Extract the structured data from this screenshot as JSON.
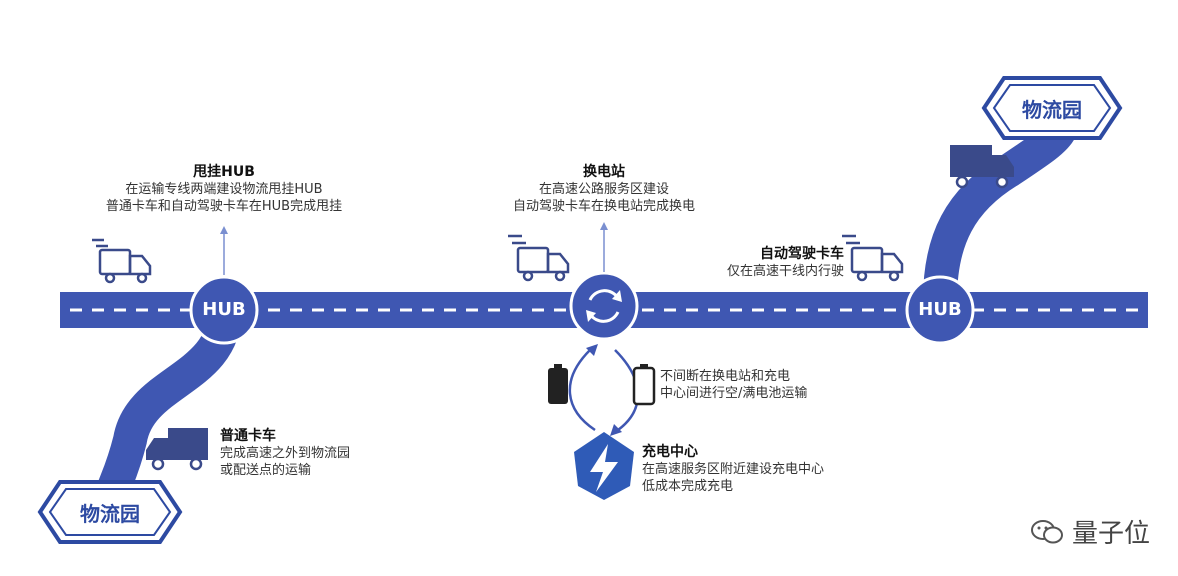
{
  "colors": {
    "road": "#3f57b2",
    "dash": "#ffffff",
    "hub_ring": "#ffffff",
    "park": "#2d4aa2",
    "truck": "#3a4a8a",
    "energy": "#2f5bb7"
  },
  "nodes": {
    "hub_left": "HUB",
    "hub_right": "HUB",
    "park_left": "物流园",
    "park_right": "物流园"
  },
  "labels": {
    "hub_drop": {
      "title": "甩挂HUB",
      "line1": "在运输专线两端建设物流甩挂HUB",
      "line2": "普通卡车和自动驾驶卡车在HUB完成甩挂"
    },
    "swap_station": {
      "title": "换电站",
      "line1": "在高速公路服务区建设",
      "line2": "自动驾驶卡车在换电站完成换电"
    },
    "autonomous_truck": {
      "title": "自动驾驶卡车",
      "line1": "仅在高速干线内行驶"
    },
    "battery_shuttle": {
      "line1": "不间断在换电站和充电",
      "line2": "中心间进行空/满电池运输"
    },
    "normal_truck": {
      "title": "普通卡车",
      "line1": "完成高速之外到物流园",
      "line2": "或配送点的运输"
    },
    "charge_center": {
      "title": "充电中心",
      "line1": "在高速服务区附近建设充电中心",
      "line2": "低成本完成充电"
    }
  },
  "icons": {
    "truck_left": "truck-icon",
    "truck_mid": "truck-icon",
    "truck_right": "truck-icon",
    "truck_upper_right": "truck-icon",
    "truck_lower_left": "truck-icon",
    "swap": "refresh-icon",
    "battery_full": "battery-full-icon",
    "battery_empty": "battery-empty-icon",
    "lightning": "lightning-icon",
    "watermark_logo": "wechat-icon"
  },
  "watermark": "量子位"
}
